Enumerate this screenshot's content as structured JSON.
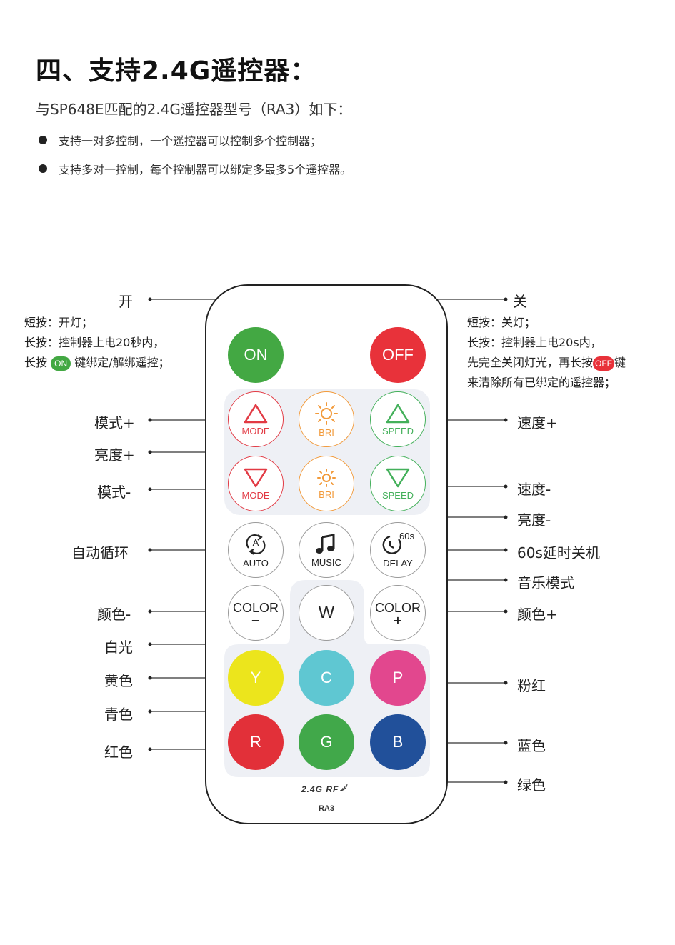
{
  "heading": {
    "title": "四、支持2.4G遥控器：",
    "subtitle": "与SP648E匹配的2.4G遥控器型号（RA3）如下："
  },
  "bullets": [
    "支持一对多控制，一个遥控器可以控制多个控制器；",
    "支持多对一控制，每个控制器可以绑定多最多5个遥控器。"
  ],
  "notes_left": {
    "line1": "短按：开灯；",
    "line2": "长按：控制器上电20秒内，",
    "line3_a": "长按",
    "line3_pill": "ON",
    "line3_b": "键绑定/解绑遥控；"
  },
  "notes_right": {
    "line1": "短按：关灯；",
    "line2": "长按：控制器上电20s内，",
    "line3_a": "先完全关闭灯光，再长按",
    "line3_pill": "OFF",
    "line3_b": "键",
    "line4": "来清除所有已绑定的遥控器；"
  },
  "labels": {
    "on": "开",
    "off": "关",
    "mode_plus": "模式+",
    "bri_plus": "亮度+",
    "mode_minus": "模式-",
    "speed_plus": "速度+",
    "speed_minus": "速度-",
    "bri_minus": "亮度-",
    "auto": "自动循环",
    "delay": "60s延时关机",
    "music": "音乐模式",
    "color_minus": "颜色-",
    "white": "白光",
    "color_plus": "颜色+",
    "yellow": "黄色",
    "cyan": "青色",
    "pink": "粉红",
    "red": "红色",
    "blue": "蓝色",
    "green": "绿色"
  },
  "buttons": {
    "on": "ON",
    "off": "OFF",
    "mode": "MODE",
    "bri": "BRI",
    "speed": "SPEED",
    "auto": "AUTO",
    "auto_glyph": "A",
    "music": "MUSIC",
    "delay": "DELAY",
    "delay_glyph": "60s",
    "color": "COLOR",
    "color_minus_sign": "−",
    "color_plus_sign": "+",
    "white": "W",
    "y": "Y",
    "c": "C",
    "p": "P",
    "r": "R",
    "g": "G",
    "b": "B"
  },
  "remote": {
    "brand": "2.4G RF",
    "model": "RA3"
  },
  "colors": {
    "on_green": "#43a843",
    "off_red": "#e8323a",
    "mode_red": "#e23a44",
    "bri_orange": "#f29a3a",
    "speed_green": "#43b05a",
    "yellow": "#ece51c",
    "cyan": "#5fc7d2",
    "pink": "#e2478e",
    "red": "#e23039",
    "green": "#41a84a",
    "blue": "#21509a"
  }
}
